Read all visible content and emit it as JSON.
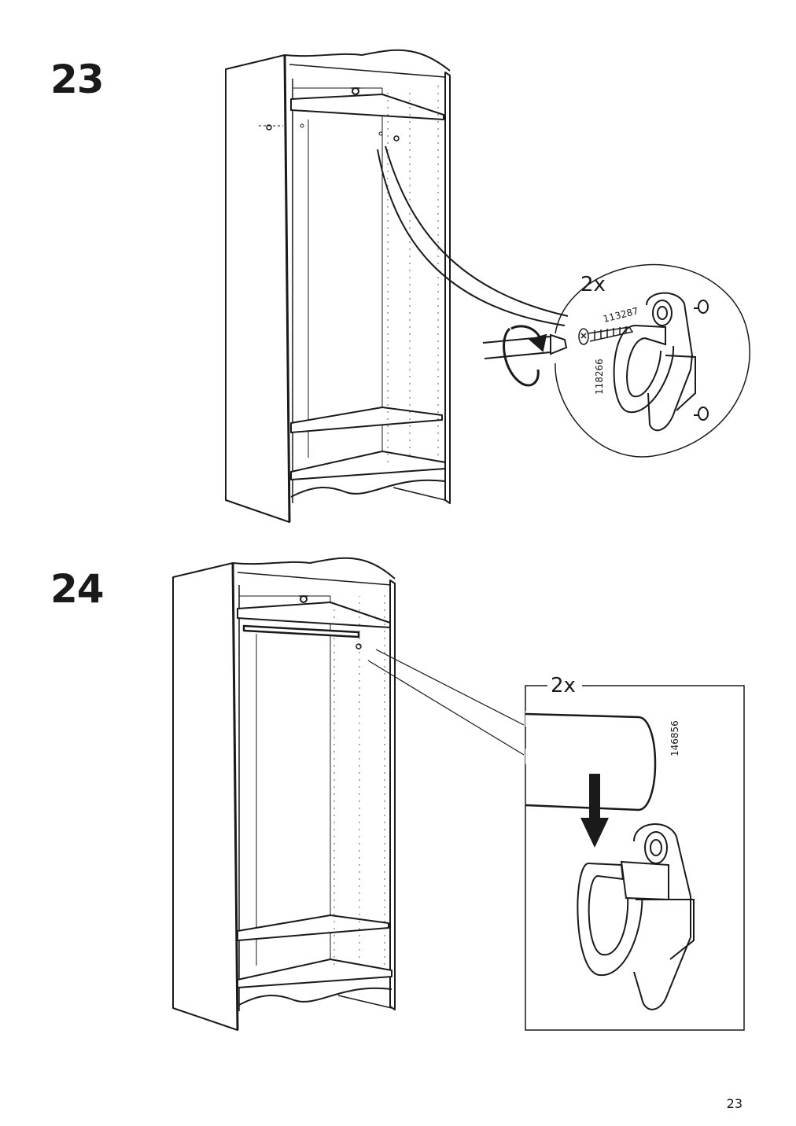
{
  "steps": [
    {
      "number": "23",
      "quantity": "2x",
      "part_numbers": [
        "113287",
        "118266"
      ]
    },
    {
      "number": "24",
      "quantity": "2x",
      "part_numbers": [
        "146856"
      ]
    }
  ],
  "page": {
    "number": "23"
  }
}
